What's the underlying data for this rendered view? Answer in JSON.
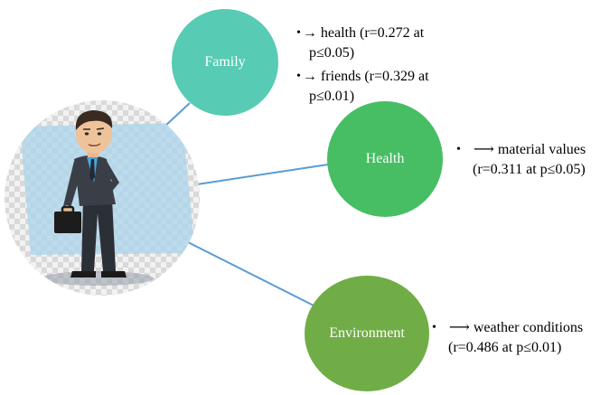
{
  "colors": {
    "family": "#57cbb3",
    "health": "#47be64",
    "environment": "#71ad47",
    "connector": "#5b9bd5"
  },
  "nodes": {
    "family": "Family",
    "health": "Health",
    "environment": "Environment"
  },
  "notes": {
    "family": [
      {
        "bullet": "•",
        "arrow": "→",
        "line1": " health (r=0.272 at",
        "line2": "p≤0.05)"
      },
      {
        "bullet": "•",
        "arrow": "→",
        "line1": " friends (r=0.329 at",
        "line2": "p≤0.01)"
      }
    ],
    "health": {
      "bullet": "•",
      "arrow": "⟶",
      "line1": " material values",
      "line2": "(r=0.311 at p≤0.05)"
    },
    "environment": {
      "bullet": "•",
      "arrow": "⟶",
      "line1": " weather conditions",
      "line2": "(r=0.486 at p≤0.01)"
    }
  },
  "person": {
    "icon": "businessman-clipart-icon"
  }
}
